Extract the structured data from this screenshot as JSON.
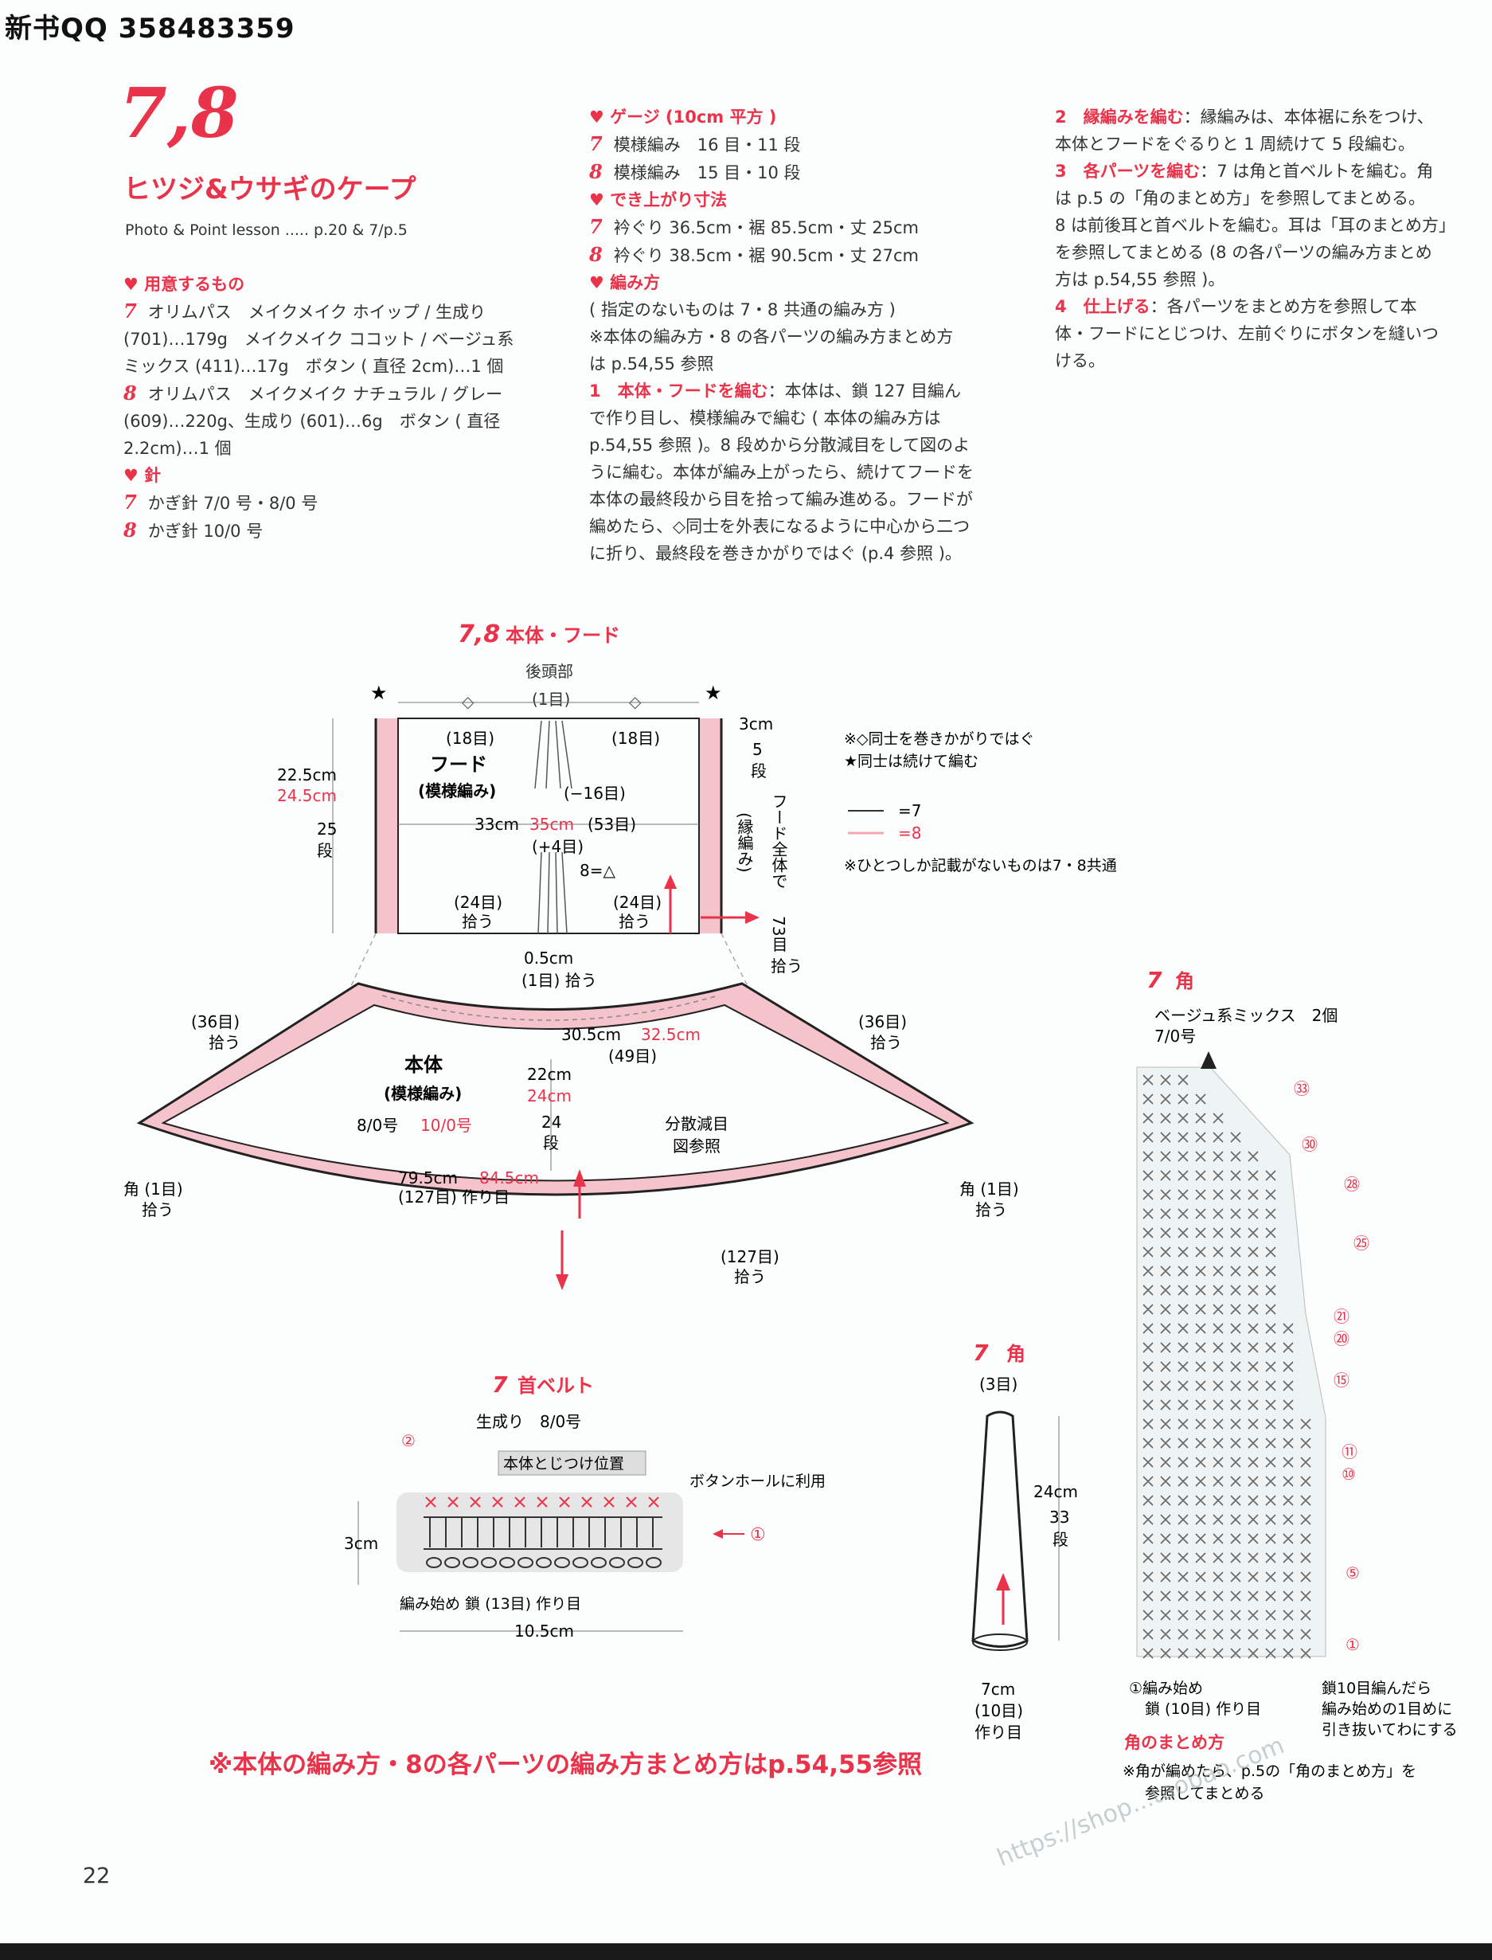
{
  "brand": "新书QQ 358483359",
  "pattern_number": "7,8",
  "title": "ヒツジ&ウサギのケープ",
  "lesson": "Photo & Point lesson ..... p.20 & 7/p.5",
  "materials": {
    "heading": "♥ 用意するもの",
    "lines": [
      {
        "n": "7",
        "text": "オリムパス　メイクメイク ホイップ / 生成り"
      },
      {
        "n": "",
        "text": "(701)…179g　メイクメイク ココット / ベージュ系"
      },
      {
        "n": "",
        "text": "ミックス (411)…17g　ボタン ( 直径 2cm)…1 個"
      },
      {
        "n": "8",
        "text": "オリムパス　メイクメイク ナチュラル / グレー"
      },
      {
        "n": "",
        "text": "(609)…220g、生成り (601)…6g　ボタン ( 直径"
      },
      {
        "n": "",
        "text": "2.2cm)…1 個"
      }
    ]
  },
  "needles": {
    "heading": "♥ 針",
    "lines": [
      {
        "n": "7",
        "text": "かぎ針 7/0 号・8/0 号"
      },
      {
        "n": "8",
        "text": "かぎ針 10/0 号"
      }
    ]
  },
  "gauge": {
    "heading": "♥ ゲージ (10cm 平方 )",
    "lines": [
      {
        "n": "7",
        "text": "模様編み　16 目・11 段"
      },
      {
        "n": "8",
        "text": "模様編み　15 目・10 段"
      }
    ]
  },
  "size": {
    "heading": "♥ でき上がり寸法",
    "lines": [
      {
        "n": "7",
        "text": "衿ぐり 36.5cm・裾 85.5cm・丈 25cm"
      },
      {
        "n": "8",
        "text": "衿ぐり 38.5cm・裾 90.5cm・丈 27cm"
      }
    ]
  },
  "method": {
    "heading": "♥ 編み方",
    "lines": [
      "( 指定のないものは 7・8 共通の編み方 )",
      "※本体の編み方・8 の各パーツの編み方まとめ方",
      "は p.54,55 参照"
    ],
    "step1_title": "1　本体・フードを編む",
    "step1_lines": [
      "：本体は、鎖 127 目編ん",
      "で作り目し、模様編みで編む ( 本体の編み方は",
      "p.54,55 参照 )。8 段めから分散減目をして図のよ",
      "うに編む。本体が編み上がったら、続けてフードを",
      "本体の最終段から目を拾って編み進める。フードが",
      "編めたら、◇同士を外表になるように中心から二つ",
      "に折り、最終段を巻きかがりではぐ (p.4 参照 )。"
    ]
  },
  "steps": {
    "step2_title": "2　縁編みを編む",
    "step2_lines": [
      "：縁編みは、本体裾に糸をつけ、",
      "本体とフードをぐるりと 1 周続けて 5 段編む。"
    ],
    "step3_title": "3　各パーツを編む",
    "step3_lines": [
      "：7 は角と首ベルトを編む。角",
      "は p.5 の「角のまとめ方」を参照してまとめる。",
      "8 は前後耳と首ベルトを編む。耳は「耳のまとめ方」",
      "を参照してまとめる (8 の各パーツの編み方まとめ",
      "方は p.54,55 参照 )。"
    ],
    "step4_title": "4　仕上げる",
    "step4_lines": [
      "：各パーツをまとめ方を参照して本",
      "体・フードにとじつけ、左前ぐりにボタンを縫いつ",
      "ける。"
    ]
  },
  "diagram_main": {
    "title_num": "7,8",
    "title": "本体・フード",
    "back_head": "後頭部",
    "c1": "(1目)",
    "h18l": "(18目)",
    "h18r": "(18目)",
    "hood": "フード",
    "hood_pat": "(模様編み)",
    "m16": "(−16目)",
    "cm33": "33cm",
    "cm35": "35cm",
    "s53": "(53目)",
    "p4": "(+4目)",
    "eq": "8=△",
    "h24l": "(24目)",
    "h24r": "(24目)",
    "pick": "拾う",
    "cm225": "22.5cm",
    "cm245": "24.5cm",
    "r25": "25",
    "dan": "段",
    "cm3": "3cm",
    "r5": "5",
    "edge": "(縁編み)",
    "hood_all": "フード全体で",
    "r73": "73目",
    "cm05": "0.5cm",
    "c1b": "(1目) 拾う",
    "s36": "(36目)",
    "cm305": "30.5cm",
    "cm325": "32.5cm",
    "s49": "(49目)",
    "body": "本体",
    "body_pat": "(模様編み)",
    "hook": "8/0号",
    "hook8": "10/0号",
    "cm22": "22cm",
    "cm24": "24cm",
    "r24": "24",
    "dec": "分散減目",
    "ref": "図参照",
    "cm795": "79.5cm",
    "cm845": "84.5cm",
    "s127": "(127目) 作り目",
    "corner": "角 (1目)",
    "s127b": "(127目)",
    "star": "★",
    "diamond": "◇"
  },
  "legend": {
    "l1": "※◇同士を巻きかがりではぐ",
    "l2": "★同士は続けて編む",
    "l3": "=7",
    "l4": "=8",
    "l5": "※ひとつしか記載がないものは7・8共通"
  },
  "belt": {
    "title_num": "7",
    "title": "首ベルト",
    "yarn": "生成り　8/0号",
    "attach": "本体とじつけ位置",
    "button": "ボタンホールに利用",
    "cm3": "3cm",
    "start": "編み始め 鎖 (13目) 作り目",
    "cm105": "10.5cm",
    "r1": "①",
    "r2": "②"
  },
  "horn_small": {
    "title_num": "7",
    "title": "角",
    "c3": "(3目)",
    "cm24": "24cm",
    "r33": "33",
    "dan": "段",
    "cm7": "7cm",
    "c10": "(10目)",
    "start": "作り目"
  },
  "horn_chart": {
    "title_num": "7",
    "title": "角",
    "yarn": "ベージュ系ミックス　2個",
    "hook": "7/0号",
    "rows": [
      "㉝",
      "㉚",
      "㉘",
      "㉕",
      "㉑",
      "⑳",
      "⑮",
      "⑪",
      "⑩",
      "⑤",
      "①"
    ],
    "note1a": "①編み始め",
    "note1b": "鎖 (10目) 作り目",
    "note2a": "鎖10目編んだら",
    "note2b": "編み始めの1目めに",
    "note2c": "引き抜いてわにする",
    "finish_title": "角のまとめ方",
    "finish_a": "※角が編めたら、p.5の「角のまとめ方」を",
    "finish_b": "参照してまとめる"
  },
  "bottom_note": "※本体の編み方・8の各パーツの編み方まとめ方はp.54,55参照",
  "page_number": "22",
  "watermark": "https://shop...taobao.com",
  "colors": {
    "accent": "#e8334a",
    "pink_band": "#f5c3cb",
    "text": "#333333"
  }
}
